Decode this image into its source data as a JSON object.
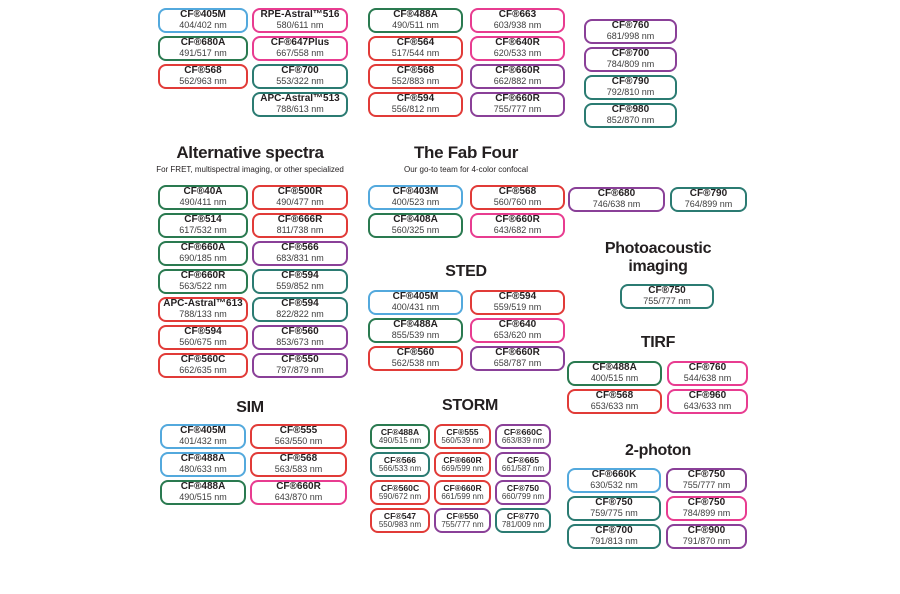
{
  "palette": {
    "blue": "#53a9dd",
    "green": "#2a7a50",
    "red": "#e13b38",
    "pink": "#e83c90",
    "purple": "#8a4098",
    "teal": "#2b7b72"
  },
  "headings": {
    "alt": {
      "title": "Alternative spectra",
      "subtitle": "For FRET, multispectral imaging, or other specialized"
    },
    "fab": {
      "title": "The Fab Four",
      "subtitle": "Our go-to team for 4-color confocal"
    },
    "sted": {
      "title": "STED"
    },
    "photoacoustic": {
      "title": "Photoacoustic imaging"
    },
    "tirf": {
      "title": "TIRF"
    },
    "sim": {
      "title": "SIM"
    },
    "storm": {
      "title": "STORM"
    },
    "twophoton": {
      "title": "2-photon"
    }
  },
  "groups": {
    "top1": {
      "boxes": [
        {
          "label": "CF®405M",
          "range": "404/402 nm",
          "color": "blue"
        },
        {
          "label": "CF®680A",
          "range": "491/517 nm",
          "color": "green"
        },
        {
          "label": "CF®568",
          "range": "562/963 nm",
          "color": "red"
        }
      ]
    },
    "top2": {
      "boxes": [
        {
          "label": "RPE-Astral™516",
          "range": "580/611 nm",
          "color": "pink"
        },
        {
          "label": "CF®647Plus",
          "range": "667/558 nm",
          "color": "pink"
        },
        {
          "label": "CF®700",
          "range": "553/322 nm",
          "color": "teal"
        },
        {
          "label": "APC-Astral™513",
          "range": "788/613 nm",
          "color": "teal"
        }
      ]
    },
    "top3": {
      "boxes": [
        {
          "label": "CF®488A",
          "range": "490/511 nm",
          "color": "green"
        },
        {
          "label": "CF®564",
          "range": "517/544 nm",
          "color": "red"
        },
        {
          "label": "CF®568",
          "range": "552/883 nm",
          "color": "red"
        },
        {
          "label": "CF®594",
          "range": "556/812 nm",
          "color": "red"
        }
      ]
    },
    "top4": {
      "boxes": [
        {
          "label": "CF®663",
          "range": "603/938 nm",
          "color": "pink"
        },
        {
          "label": "CF®640R",
          "range": "620/533 nm",
          "color": "pink"
        },
        {
          "label": "CF®660R",
          "range": "662/882 nm",
          "color": "purple"
        },
        {
          "label": "CF®660R",
          "range": "755/777 nm",
          "color": "purple"
        }
      ]
    },
    "top5": {
      "boxes": [
        {
          "label": "CF®760",
          "range": "681/998 nm",
          "color": "purple"
        },
        {
          "label": "CF®700",
          "range": "784/809 nm",
          "color": "purple"
        },
        {
          "label": "CF®790",
          "range": "792/810 nm",
          "color": "teal"
        },
        {
          "label": "CF®980",
          "range": "852/870 nm",
          "color": "teal"
        }
      ]
    },
    "alt": {
      "boxes": [
        {
          "label": "CF®40A",
          "range": "490/411 nm",
          "color": "green"
        },
        {
          "label": "CF®500R",
          "range": "490/477 nm",
          "color": "red"
        },
        {
          "label": "CF®514",
          "range": "617/532 nm",
          "color": "green"
        },
        {
          "label": "CF®666R",
          "range": "811/738 nm",
          "color": "red"
        },
        {
          "label": "CF®660A",
          "range": "690/185 nm",
          "color": "green"
        },
        {
          "label": "CF®566",
          "range": "683/831 nm",
          "color": "purple"
        },
        {
          "label": "CF®660R",
          "range": "563/522 nm",
          "color": "green"
        },
        {
          "label": "CF®594",
          "range": "559/852 nm",
          "color": "teal"
        },
        {
          "label": "APC-Astral™613",
          "range": "788/133 nm",
          "color": "red"
        },
        {
          "label": "CF®594",
          "range": "822/822 nm",
          "color": "teal"
        },
        {
          "label": "CF®594",
          "range": "560/675 nm",
          "color": "red"
        },
        {
          "label": "CF®560",
          "range": "853/673 nm",
          "color": "purple"
        },
        {
          "label": "CF®560C",
          "range": "662/635 nm",
          "color": "red"
        },
        {
          "label": "CF®550",
          "range": "797/879 nm",
          "color": "purple"
        }
      ]
    },
    "fab": {
      "boxes": [
        {
          "label": "CF®403M",
          "range": "400/523 nm",
          "color": "blue"
        },
        {
          "label": "CF®568",
          "range": "560/760 nm",
          "color": "red"
        },
        {
          "label": "CF®408A",
          "range": "560/325 nm",
          "color": "green"
        },
        {
          "label": "CF®660R",
          "range": "643/682 nm",
          "color": "pink"
        }
      ]
    },
    "sted": {
      "boxes": [
        {
          "label": "CF®405M",
          "range": "400/431 nm",
          "color": "blue"
        },
        {
          "label": "CF®594",
          "range": "559/519 nm",
          "color": "red"
        },
        {
          "label": "CF®488A",
          "range": "855/539 nm",
          "color": "green"
        },
        {
          "label": "CF®640",
          "range": "653/620 nm",
          "color": "pink"
        },
        {
          "label": "CF®560",
          "range": "562/538 nm",
          "color": "red"
        },
        {
          "label": "CF®660R",
          "range": "658/787 nm",
          "color": "purple"
        }
      ]
    },
    "pair": {
      "boxes": [
        {
          "label": "CF®680",
          "range": "746/638 nm",
          "color": "purple"
        },
        {
          "label": "CF®790",
          "range": "764/899 nm",
          "color": "teal"
        }
      ]
    },
    "photoacoustic": {
      "boxes": [
        {
          "label": "CF®750",
          "range": "755/777 nm",
          "color": "teal"
        }
      ]
    },
    "tirf": {
      "boxes": [
        {
          "label": "CF®488A",
          "range": "400/515 nm",
          "color": "green"
        },
        {
          "label": "CF®760",
          "range": "544/638 nm",
          "color": "pink"
        },
        {
          "label": "CF®568",
          "range": "653/633 nm",
          "color": "red"
        },
        {
          "label": "CF®960",
          "range": "643/633 nm",
          "color": "pink"
        }
      ]
    },
    "sim": {
      "boxes": [
        {
          "label": "CF®405M",
          "range": "401/432 nm",
          "color": "blue"
        },
        {
          "label": "CF®555",
          "range": "563/550 nm",
          "color": "red"
        },
        {
          "label": "CF®488A",
          "range": "480/633 nm",
          "color": "blue"
        },
        {
          "label": "CF®568",
          "range": "563/583 nm",
          "color": "red"
        },
        {
          "label": "CF®488A",
          "range": "490/515 nm",
          "color": "green"
        },
        {
          "label": "CF®660R",
          "range": "643/870 nm",
          "color": "pink"
        }
      ]
    },
    "storm": {
      "boxes": [
        {
          "label": "CF®488A",
          "range": "490/515 nm",
          "color": "green"
        },
        {
          "label": "CF®555",
          "range": "560/539 nm",
          "color": "red"
        },
        {
          "label": "CF®660C",
          "range": "663/839 nm",
          "color": "purple"
        },
        {
          "label": "CF®566",
          "range": "566/533 nm",
          "color": "teal"
        },
        {
          "label": "CF®660R",
          "range": "669/599 nm",
          "color": "red"
        },
        {
          "label": "CF®665",
          "range": "661/587 nm",
          "color": "purple"
        },
        {
          "label": "CF®560C",
          "range": "590/672 nm",
          "color": "red"
        },
        {
          "label": "CF®660R",
          "range": "661/599 nm",
          "color": "red"
        },
        {
          "label": "CF®750",
          "range": "660/799 nm",
          "color": "purple"
        },
        {
          "label": "CF®547",
          "range": "550/983 nm",
          "color": "red"
        },
        {
          "label": "CF®550",
          "range": "755/777 nm",
          "color": "purple"
        },
        {
          "label": "CF®770",
          "range": "781/009 nm",
          "color": "teal"
        }
      ]
    },
    "twophoton": {
      "boxes": [
        {
          "label": "CF®660K",
          "range": "630/532 nm",
          "color": "blue"
        },
        {
          "label": "CF®750",
          "range": "755/777 nm",
          "color": "purple"
        },
        {
          "label": "CF®750",
          "range": "759/775 nm",
          "color": "teal"
        },
        {
          "label": "CF®750",
          "range": "784/899 nm",
          "color": "pink"
        },
        {
          "label": "CF®700",
          "range": "791/813 nm",
          "color": "teal"
        },
        {
          "label": "CF®900",
          "range": "791/870 nm",
          "color": "purple"
        }
      ]
    }
  }
}
